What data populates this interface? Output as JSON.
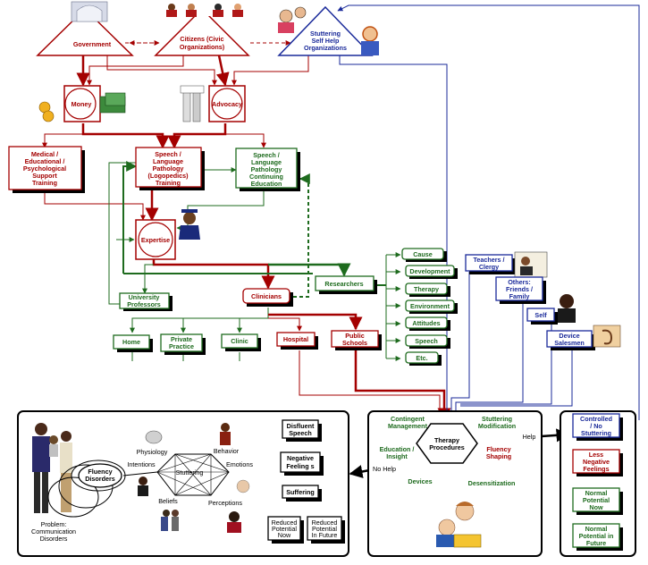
{
  "nodes": {
    "government": "Government",
    "citizens": [
      "Citizens (Civic",
      "Organizations)"
    ],
    "stuttering_self_help": [
      "Stuttering",
      "Self Help",
      "Organizations"
    ],
    "money": "Money",
    "advocacy": "Advocacy",
    "medical_support": [
      "Medical /",
      "Educational /",
      "Psychological",
      "Support",
      "Training"
    ],
    "slp_training": [
      "Speech /",
      "Language",
      "Pathology",
      "(Logopedics)",
      "Training"
    ],
    "slp_ce": [
      "Speech /",
      "Language",
      "Pathology",
      "Continuing",
      "Education"
    ],
    "expertise": "Expertise",
    "university_professors": [
      "University",
      "Professors"
    ],
    "clinicians": "Clinicians",
    "researchers": "Researchers",
    "home": "Home",
    "private_practice": [
      "Private",
      "Practice"
    ],
    "clinic": "Clinic",
    "hospital": "Hospital",
    "public_schools": [
      "Public",
      "Schools"
    ],
    "research_topics": [
      "Cause",
      "Development",
      "Therapy",
      "Environment",
      "Attitudes",
      "Speech",
      "Etc."
    ],
    "teachers_clergy": [
      "Teachers /",
      "Clergy"
    ],
    "others": [
      "Others:",
      "Friends /",
      "Family"
    ],
    "self": "Self",
    "device_salesmen": [
      "Device",
      "Salesmen"
    ]
  },
  "problem_panel": {
    "fluency_disorders": [
      "Fluency",
      "Disorders"
    ],
    "problem_label": [
      "Problem:",
      "Communication",
      "Disorders"
    ],
    "factors": {
      "physiology": "Physiology",
      "behavior": "Behavior",
      "intentions": "Intentions",
      "emotions": "Emotions",
      "beliefs": "Beliefs",
      "perceptions": "Perceptions",
      "stuttering": "Stuttering"
    },
    "outcomes": {
      "disfluent_speech": [
        "Disfluent",
        "Speech"
      ],
      "negative_feelings": [
        "Negative",
        "Feeling s"
      ],
      "suffering": "Suffering",
      "reduced_now": [
        "Reduced",
        "Potential",
        "Now"
      ],
      "reduced_future": [
        "Reduced",
        "Potential",
        "In Future"
      ]
    }
  },
  "therapy_panel": {
    "therapy_procedures": [
      "Therapy",
      "Procedures"
    ],
    "contingent_management": [
      "Contingent",
      "Management"
    ],
    "stuttering_modification": [
      "Stuttering",
      "Modification"
    ],
    "education_insight": [
      "Education /",
      "Insight"
    ],
    "fluency_shaping": [
      "Fluency",
      "Shaping"
    ],
    "devices": "Devices",
    "desensitization": "Desensitization",
    "help": "Help",
    "no_help": "No Help"
  },
  "outcome_panel": {
    "controlled": [
      "Controlled",
      "/ No",
      "Stuttering"
    ],
    "less_negative": [
      "Less",
      "Negative",
      "Feelings"
    ],
    "normal_now": [
      "Normal",
      "Potential",
      "Now"
    ],
    "normal_future": [
      "Normal",
      "Potential in",
      "Future"
    ]
  },
  "colors": {
    "red": "#a40000",
    "green": "#1e6b1e",
    "blue": "#1a2a9a",
    "black": "#000000"
  }
}
